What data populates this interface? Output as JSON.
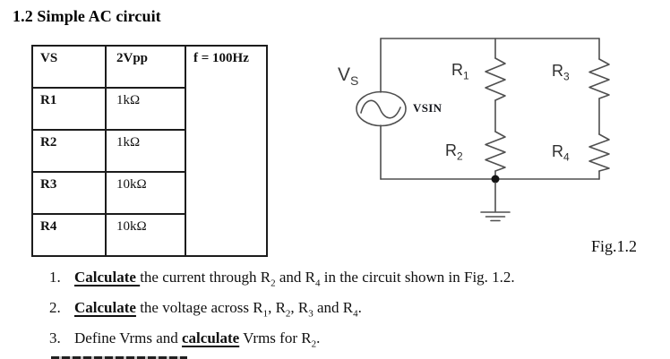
{
  "page": {
    "title": "1.2 Simple AC circuit"
  },
  "parameters_table": {
    "rows": [
      [
        "VS",
        "2Vpp"
      ],
      [
        "R1",
        "1kΩ"
      ],
      [
        "R2",
        "1kΩ"
      ],
      [
        "R3",
        "10kΩ"
      ],
      [
        "R4",
        "10kΩ"
      ]
    ],
    "frequency_note": "f = 100Hz"
  },
  "circuit": {
    "source": {
      "base": "V",
      "sub": "S",
      "type_label": "VSIN"
    },
    "resistor_labels": [
      {
        "base": "R",
        "sub": "1"
      },
      {
        "base": "R",
        "sub": "2"
      },
      {
        "base": "R",
        "sub": "3"
      },
      {
        "base": "R",
        "sub": "4"
      }
    ],
    "figure_caption": "Fig.1.2",
    "line_color": "#4f4f4f"
  },
  "questions": {
    "items": [
      {
        "number": "1.",
        "segments": [
          {
            "t": "Calculate ",
            "b": true,
            "u": true
          },
          {
            "t": "the current through R"
          },
          {
            "t": "2",
            "sub": true
          },
          {
            "t": " and R"
          },
          {
            "t": "4",
            "sub": true
          },
          {
            "t": " in the circuit shown in Fig. 1.2."
          }
        ]
      },
      {
        "number": "2.",
        "segments": [
          {
            "t": "Calculate",
            "b": true,
            "u": true
          },
          {
            "t": " the voltage across R"
          },
          {
            "t": "1",
            "sub": true
          },
          {
            "t": ", R"
          },
          {
            "t": "2",
            "sub": true
          },
          {
            "t": ", R"
          },
          {
            "t": "3",
            "sub": true
          },
          {
            "t": " and R"
          },
          {
            "t": "4",
            "sub": true
          },
          {
            "t": "."
          }
        ]
      },
      {
        "number": "3.",
        "segments": [
          {
            "t": "Define Vrms and "
          },
          {
            "t": "calculate",
            "b": true,
            "u": true
          },
          {
            "t": " Vrms for R"
          },
          {
            "t": "2",
            "sub": true
          },
          {
            "t": "."
          }
        ]
      }
    ]
  }
}
